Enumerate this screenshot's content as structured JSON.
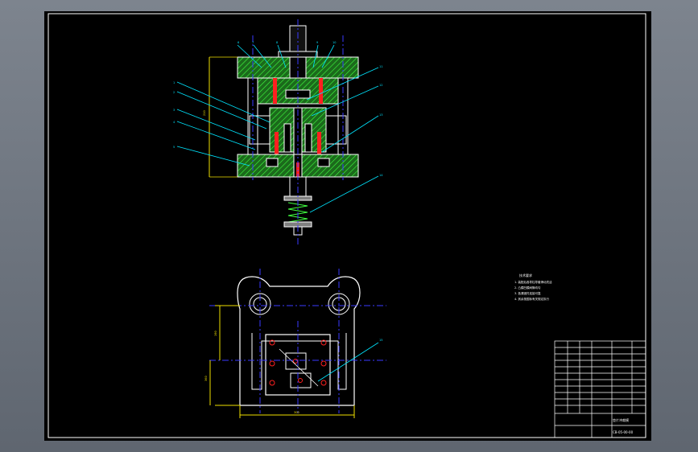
{
  "drawing": {
    "notes_title": "技术要求",
    "notes": [
      "1. 装配后各导柱导套滑动灵活",
      "2. 凸模凹模间隙均匀",
      "3. 各紧固件连接可靠",
      "4. 其余按国标有关规定执行"
    ],
    "part_numbers": [
      "1",
      "2",
      "3",
      "4",
      "5",
      "6",
      "7",
      "8",
      "9",
      "10",
      "11",
      "12",
      "13",
      "14",
      "15"
    ],
    "dim_width": "300",
    "dim_height": "210",
    "dim_side": "190",
    "dim_total": "360",
    "title_block": {
      "name": "垫片冲裁模",
      "drawing_no": "CB-05-00-00"
    }
  },
  "colors": {
    "background": "#000000",
    "outline": "#ffffff",
    "hatch": "#00c800",
    "center_line": "#3a3aff",
    "leader": "#00e5ff",
    "dimension": "#f0e000",
    "fastener": "#ff2020"
  }
}
